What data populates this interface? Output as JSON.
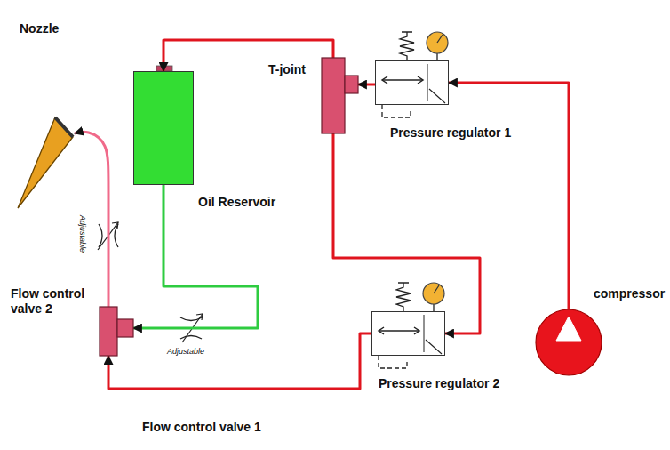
{
  "diagram": {
    "nodes": [
      {
        "text": [
          "Nozzle"
        ]
      },
      {
        "text": [
          "Oil Reservoir"
        ]
      },
      {
        "text": [
          "T-joint"
        ]
      },
      {
        "text": [
          "Pressure regulator 1"
        ]
      },
      {
        "text": [
          "compressor"
        ]
      },
      {
        "text": [
          "Flow control valve 2"
        ]
      },
      {
        "text": [
          "Pressure regulator 2"
        ]
      }
    ],
    "edges": [
      {
        "from": 4,
        "to": 3,
        "arrow": "to"
      },
      {
        "from": 3,
        "to": 2,
        "arrow": "to"
      },
      {
        "from": 2,
        "to": 1,
        "arrow": "to"
      },
      {
        "from": 2,
        "to": 6,
        "arrow": "to"
      },
      {
        "from": 6,
        "to": 5,
        "arrow": "to"
      },
      {
        "from": 1,
        "to": 5,
        "arrow": "to"
      },
      {
        "from": 5,
        "to": 0,
        "arrow": "to"
      }
    ],
    "labels": [
      "Flow control valve 1",
      "Adjustable",
      "Adjustable"
    ]
  }
}
